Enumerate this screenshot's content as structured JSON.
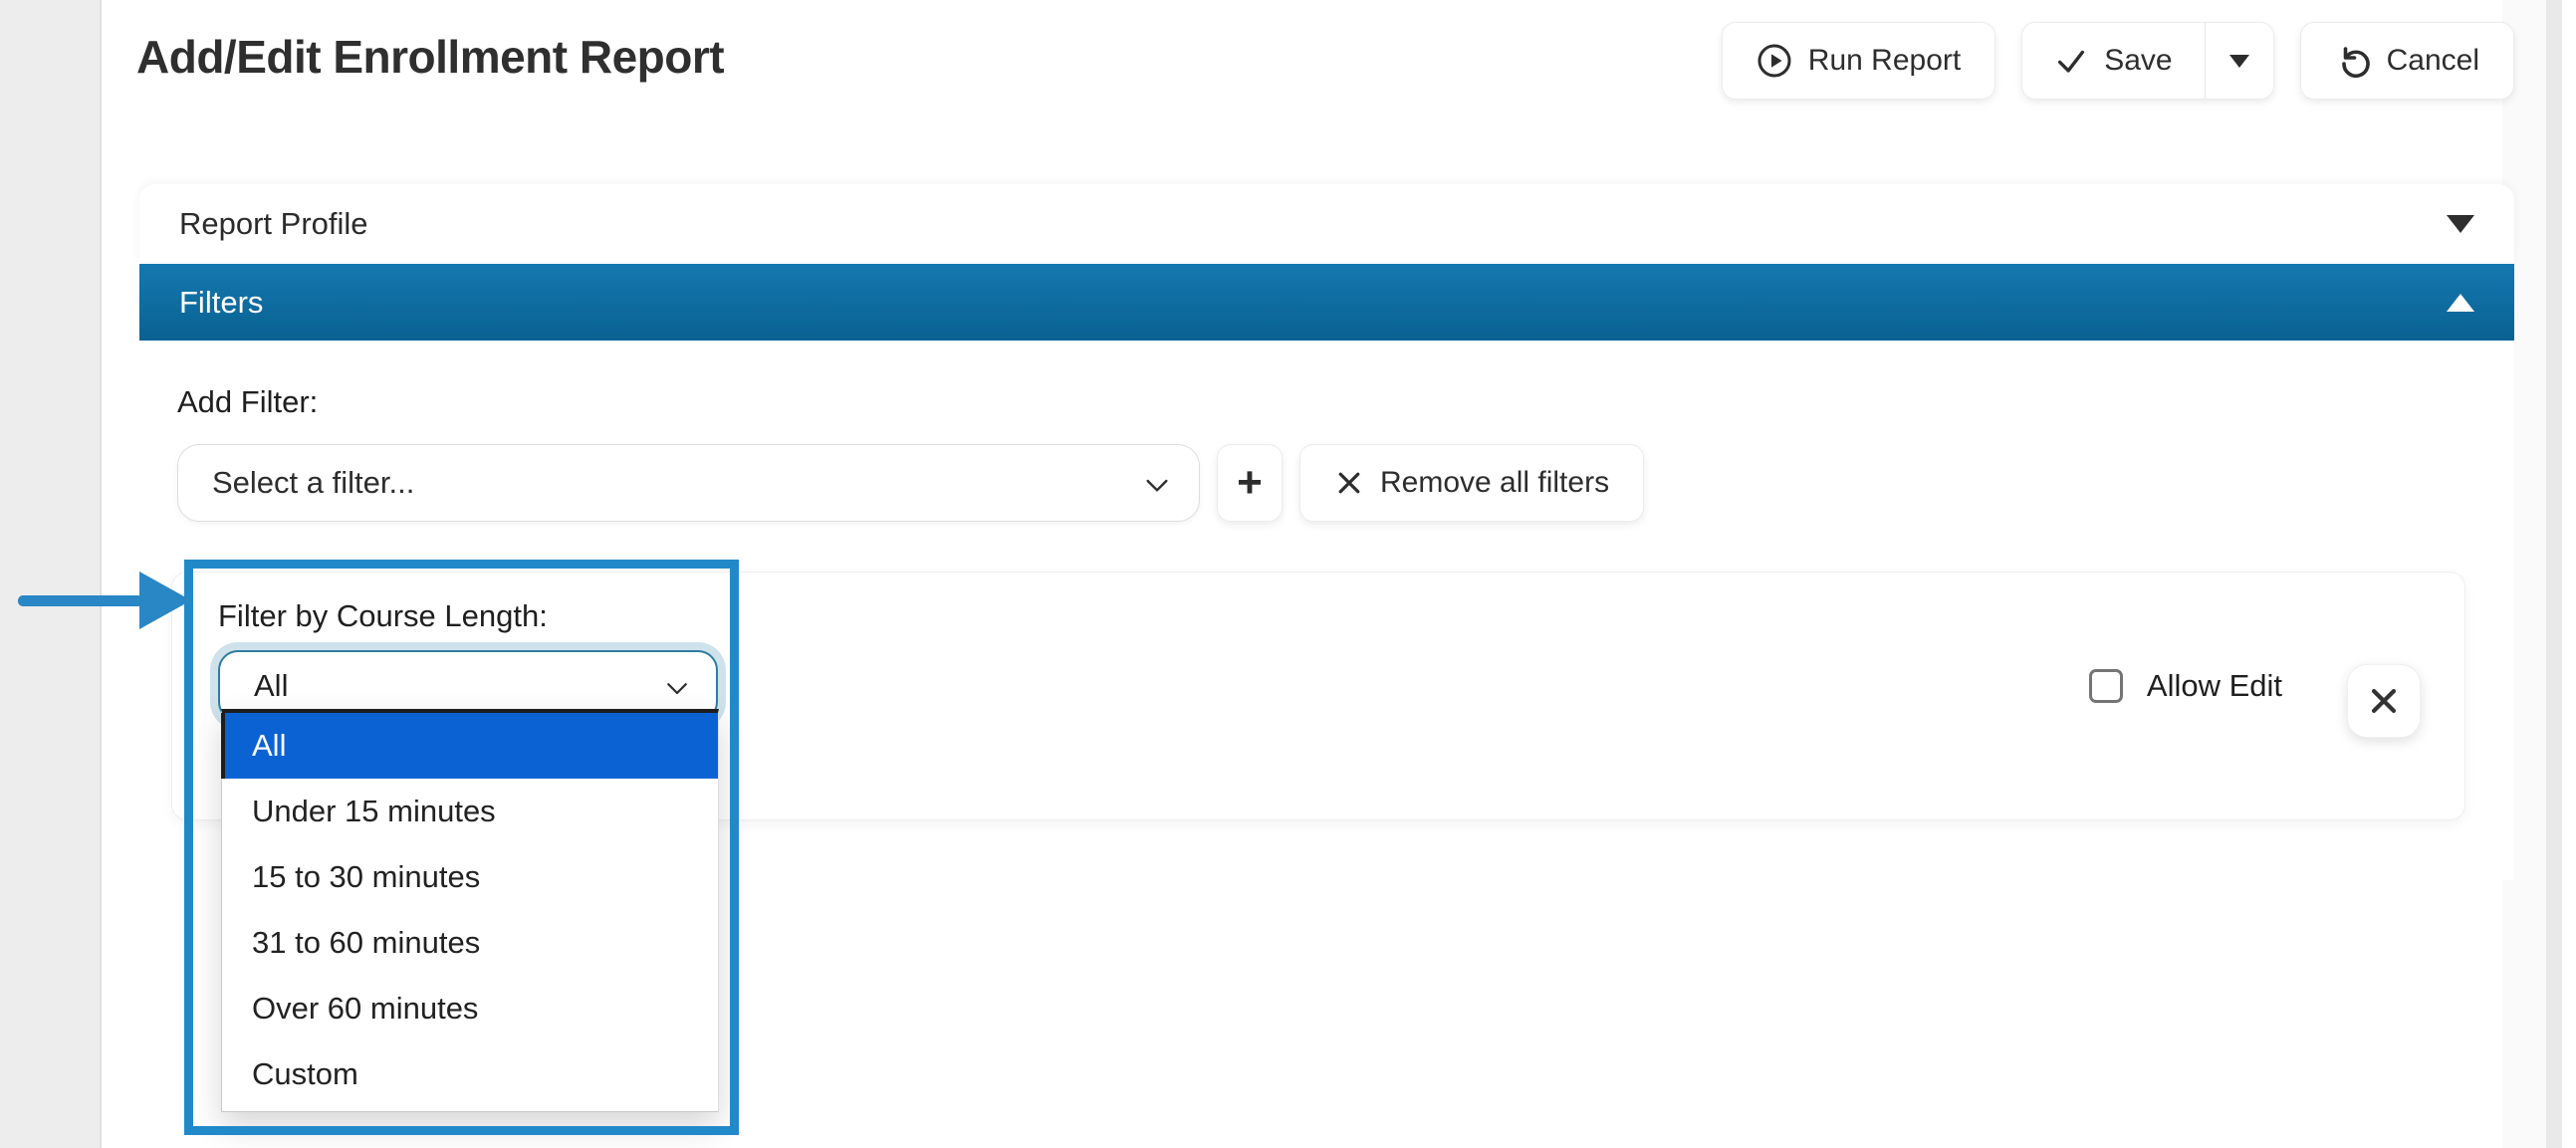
{
  "header": {
    "title": "Add/Edit Enrollment Report",
    "buttons": {
      "run_report": "Run Report",
      "save": "Save",
      "cancel": "Cancel"
    }
  },
  "sections": {
    "report_profile": {
      "label": "Report Profile",
      "state": "collapsed"
    },
    "filters": {
      "label": "Filters",
      "state": "expanded"
    }
  },
  "filters_panel": {
    "add_filter_label": "Add Filter:",
    "filter_select_placeholder": "Select a filter...",
    "add_button_label": "+",
    "remove_all_label": "Remove all filters"
  },
  "filter_card": {
    "label": "Filter by Course Length:",
    "select_value": "All",
    "selected_option": "All",
    "options": [
      "All",
      "Under 15 minutes",
      "15 to 30 minutes",
      "31 to 60 minutes",
      "Over 60 minutes",
      "Custom"
    ],
    "allow_edit_label": "Allow Edit"
  },
  "icons": {
    "run_report": "play-circle-icon",
    "save": "check-icon",
    "save_menu": "caret-down-icon",
    "cancel": "undo-icon",
    "filter_select": "chevron-down-icon",
    "report_profile": "triangle-down-icon",
    "filters": "triangle-up-icon",
    "remove_all": "x-icon",
    "card_close": "x-icon",
    "annotation": "arrow-right-icon"
  },
  "colors": {
    "filters_header_top": "#1478b0",
    "filters_header_bottom": "#0a6191",
    "annotation_blue": "#2289c9",
    "option_selected_bg": "#0b63d3",
    "select_focus_ring": "#cfe2ec",
    "select_focus_border": "#2e7da1"
  }
}
